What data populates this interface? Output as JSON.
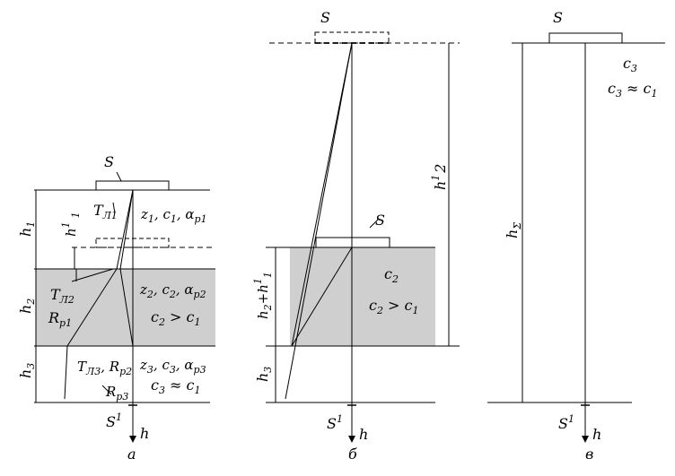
{
  "panel_a": {
    "caption": "а",
    "source_label": "S",
    "receiver_label": "S",
    "receiver_sup": "1",
    "axis_label": "h",
    "h1": "h",
    "h1_sub": "1",
    "h1p": "h",
    "h1p_sup": "1",
    "h1p_sub": "1",
    "h2": "h",
    "h2_sub": "2",
    "h3": "h",
    "h3_sub": "3",
    "layer1": {
      "z": "z",
      "zs": "1",
      "c": "c",
      "cs": "1",
      "a": "α",
      "as": "p1"
    },
    "layer2": {
      "z": "z",
      "zs": "2",
      "c": "c",
      "cs": "2",
      "a": "α",
      "as": "p2",
      "cmp_l": "c",
      "cmp_ls": "2",
      "cmp_op": " > ",
      "cmp_r": "c",
      "cmp_rs": "1"
    },
    "layer3": {
      "z": "z",
      "zs": "3",
      "c": "c",
      "cs": "3",
      "a": "α",
      "as": "p3",
      "cmp_l": "c",
      "cmp_ls": "3",
      "cmp_op": " ≈ ",
      "cmp_r": "c",
      "cmp_rs": "1"
    },
    "TL1": "T",
    "TL1_sub": "Л1",
    "TL2": "T",
    "TL2_sub": "Л2",
    "Rp1": "R",
    "Rp1_sub": "p1",
    "TL3": "T",
    "TL3_sub": "Л3",
    "Rp2": "R",
    "Rp2_sub": "p2",
    "Rp3": "R",
    "Rp3_sub": "p3",
    "comma": ","
  },
  "panel_b": {
    "caption": "б",
    "source_label": "S",
    "source_label2": "S",
    "receiver_label": "S",
    "receiver_sup": "1",
    "axis_label": "h",
    "h12": "h",
    "h12_sup": "1",
    "h12_sub": "2",
    "h2h1": "h",
    "h2h1_sub": "2",
    "h2h1_plus": "+h",
    "h2h1_sup": "1",
    "h2h1_sub2": "1",
    "h3": "h",
    "h3_sub": "3",
    "c2": "c",
    "c2_sub": "2",
    "cmp_l": "c",
    "cmp_ls": "2",
    "cmp_op": " > ",
    "cmp_r": "c",
    "cmp_rs": "1"
  },
  "panel_v": {
    "caption": "в",
    "source_label": "S",
    "receiver_label": "S",
    "receiver_sup": "1",
    "axis_label": "h",
    "hsum": "h",
    "hsum_sub": "Σ",
    "c3": "c",
    "c3_sub": "3",
    "cmp_l": "c",
    "cmp_ls": "3",
    "cmp_op": " ≈ ",
    "cmp_r": "c",
    "cmp_rs": "1"
  }
}
